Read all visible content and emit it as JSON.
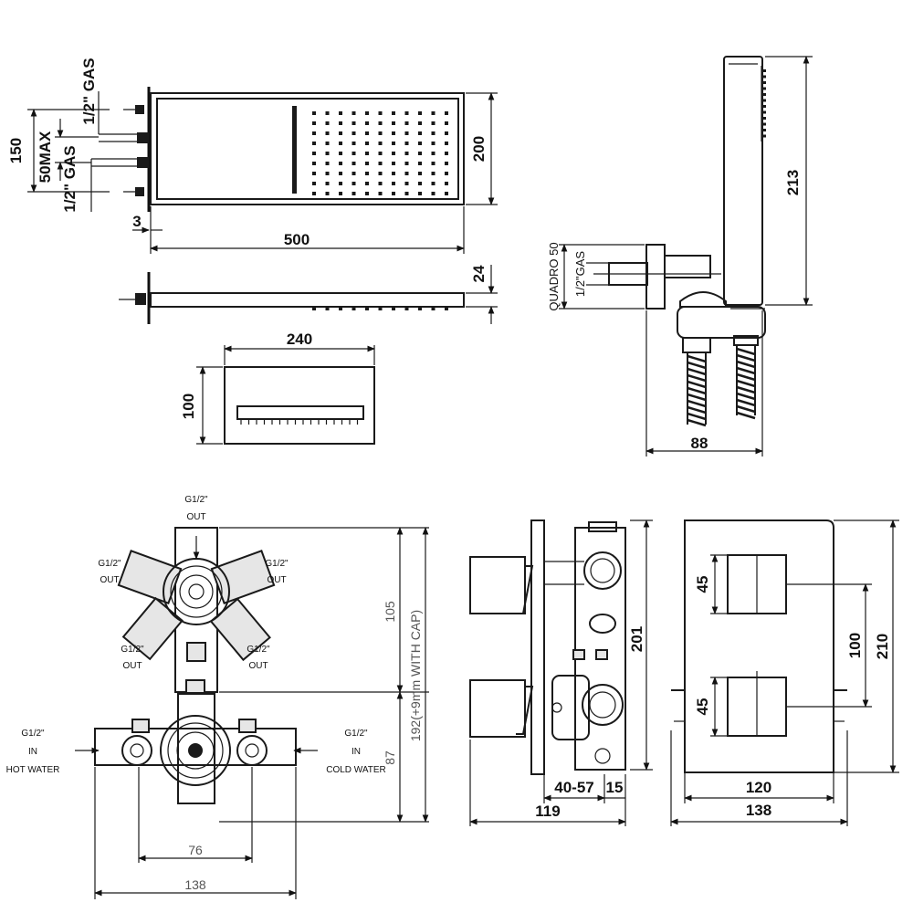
{
  "shower_head": {
    "width": "500",
    "height": "200",
    "depth": "24",
    "wall_gap": "3",
    "inlet_spacing": "150",
    "inlet_max": "50MAX",
    "inlet_top": "1/2\" GAS",
    "inlet_bottom": "1/2\" GAS"
  },
  "outlet": {
    "width": "240",
    "height": "100"
  },
  "hand_shower": {
    "height": "213",
    "depth": "88",
    "bracket": "QUADRO 50",
    "thread": "1/2\"GAS"
  },
  "valve_front": {
    "out_top": [
      "G1/2\"",
      "OUT"
    ],
    "out_left": [
      "G1/2\"",
      "OUT"
    ],
    "out_right": [
      "G1/2\"",
      "OUT"
    ],
    "out_bottom_left": [
      "G1/2\"",
      "OUT"
    ],
    "out_bottom_right": [
      "G1/2\"",
      "OUT"
    ],
    "in_hot": [
      "G1/2\"",
      "IN",
      "HOT WATER"
    ],
    "in_cold": [
      "G1/2\"",
      "IN",
      "COLD WATER"
    ],
    "dim_105": "105",
    "dim_87": "87",
    "dim_192": "192(+9mm WITH CAP)",
    "dim_76": "76",
    "dim_138": "138"
  },
  "valve_side": {
    "height": "201",
    "range": "40-57",
    "plate": "15",
    "depth": "119"
  },
  "plate": {
    "knob_top": "45",
    "knob_bottom": "45",
    "spacing": "100",
    "height": "210",
    "inner_width": "120",
    "outer_width": "138"
  }
}
